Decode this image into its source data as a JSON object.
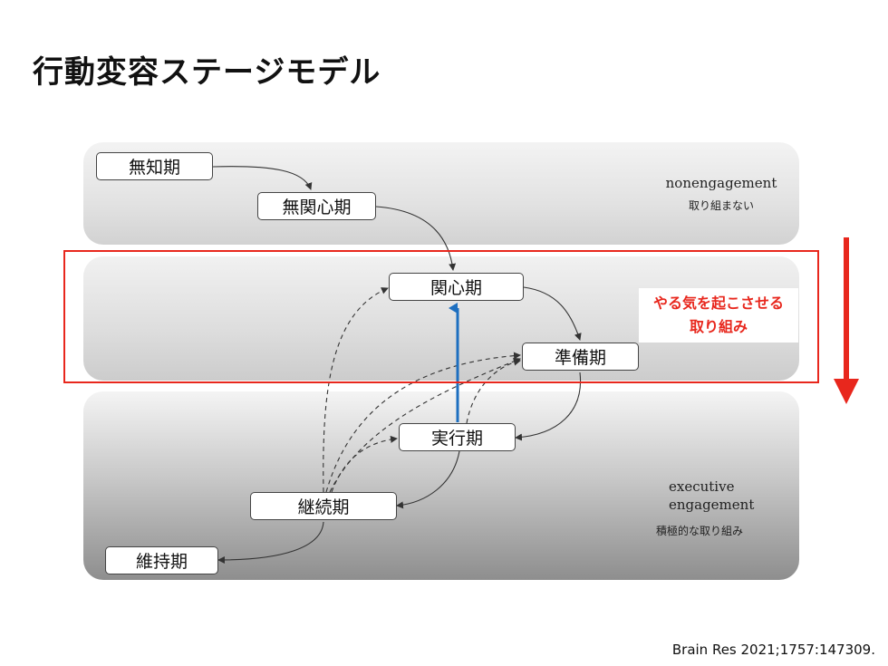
{
  "title": "行動変容ステージモデル",
  "stages": {
    "precontemplation": "無知期",
    "unconcerned": "無関心期",
    "contemplation": "関心期",
    "preparation": "準備期",
    "action": "実行期",
    "continuation": "継続期",
    "maintenance": "維持期"
  },
  "bands": {
    "nonengagement": {
      "en": "nonengagement",
      "jp": "取り組まない"
    },
    "executive": {
      "en_line1": "executive",
      "en_line2": "engagement",
      "jp": "積極的な取り組み"
    }
  },
  "callout": {
    "line1": "やる気を起こさせる",
    "line2": "取り組み"
  },
  "citation": "Brain Res 2021;1757:147309.",
  "colors": {
    "highlight": "#e8271d",
    "blue_arrow": "#1d6fc0",
    "flow": "#333333"
  }
}
